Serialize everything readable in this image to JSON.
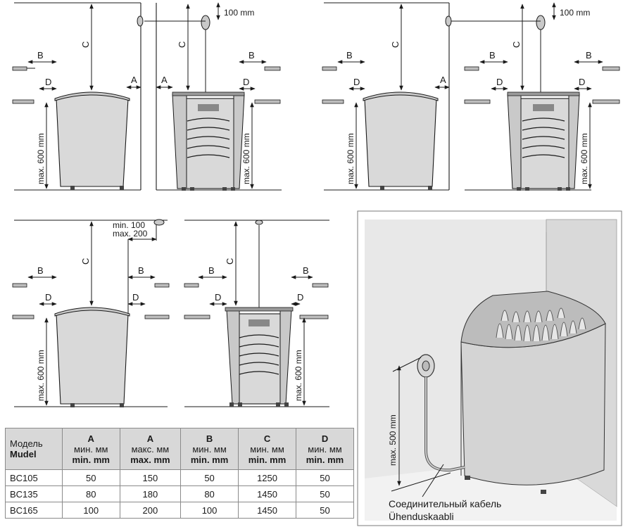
{
  "dimension_labels": {
    "A": "A",
    "B": "B",
    "C": "C",
    "D": "D",
    "clearance_100": "100 mm",
    "max_600": "max. 600 mm",
    "max_500": "max. 500 mm",
    "min_100": "min. 100",
    "max_200": "max. 200"
  },
  "table": {
    "headers": [
      {
        "top": "",
        "line1": "Модель",
        "line2": "Mudel"
      },
      {
        "top": "A",
        "line1": "мин. мм",
        "line2": "min. mm"
      },
      {
        "top": "A",
        "line1": "макс. мм",
        "line2": "max. mm"
      },
      {
        "top": "B",
        "line1": "мин. мм",
        "line2": "min. mm"
      },
      {
        "top": "C",
        "line1": "мин. мм",
        "line2": "min. mm"
      },
      {
        "top": "D",
        "line1": "мин. мм",
        "line2": "min. mm"
      }
    ],
    "rows": [
      [
        "BC105",
        "50",
        "150",
        "50",
        "1250",
        "50"
      ],
      [
        "BC135",
        "80",
        "180",
        "80",
        "1450",
        "50"
      ],
      [
        "BC165",
        "100",
        "200",
        "100",
        "1450",
        "50"
      ]
    ]
  },
  "cable_caption": {
    "line1": "Соединительный кабель",
    "line2": "Ühenduskaabli"
  }
}
